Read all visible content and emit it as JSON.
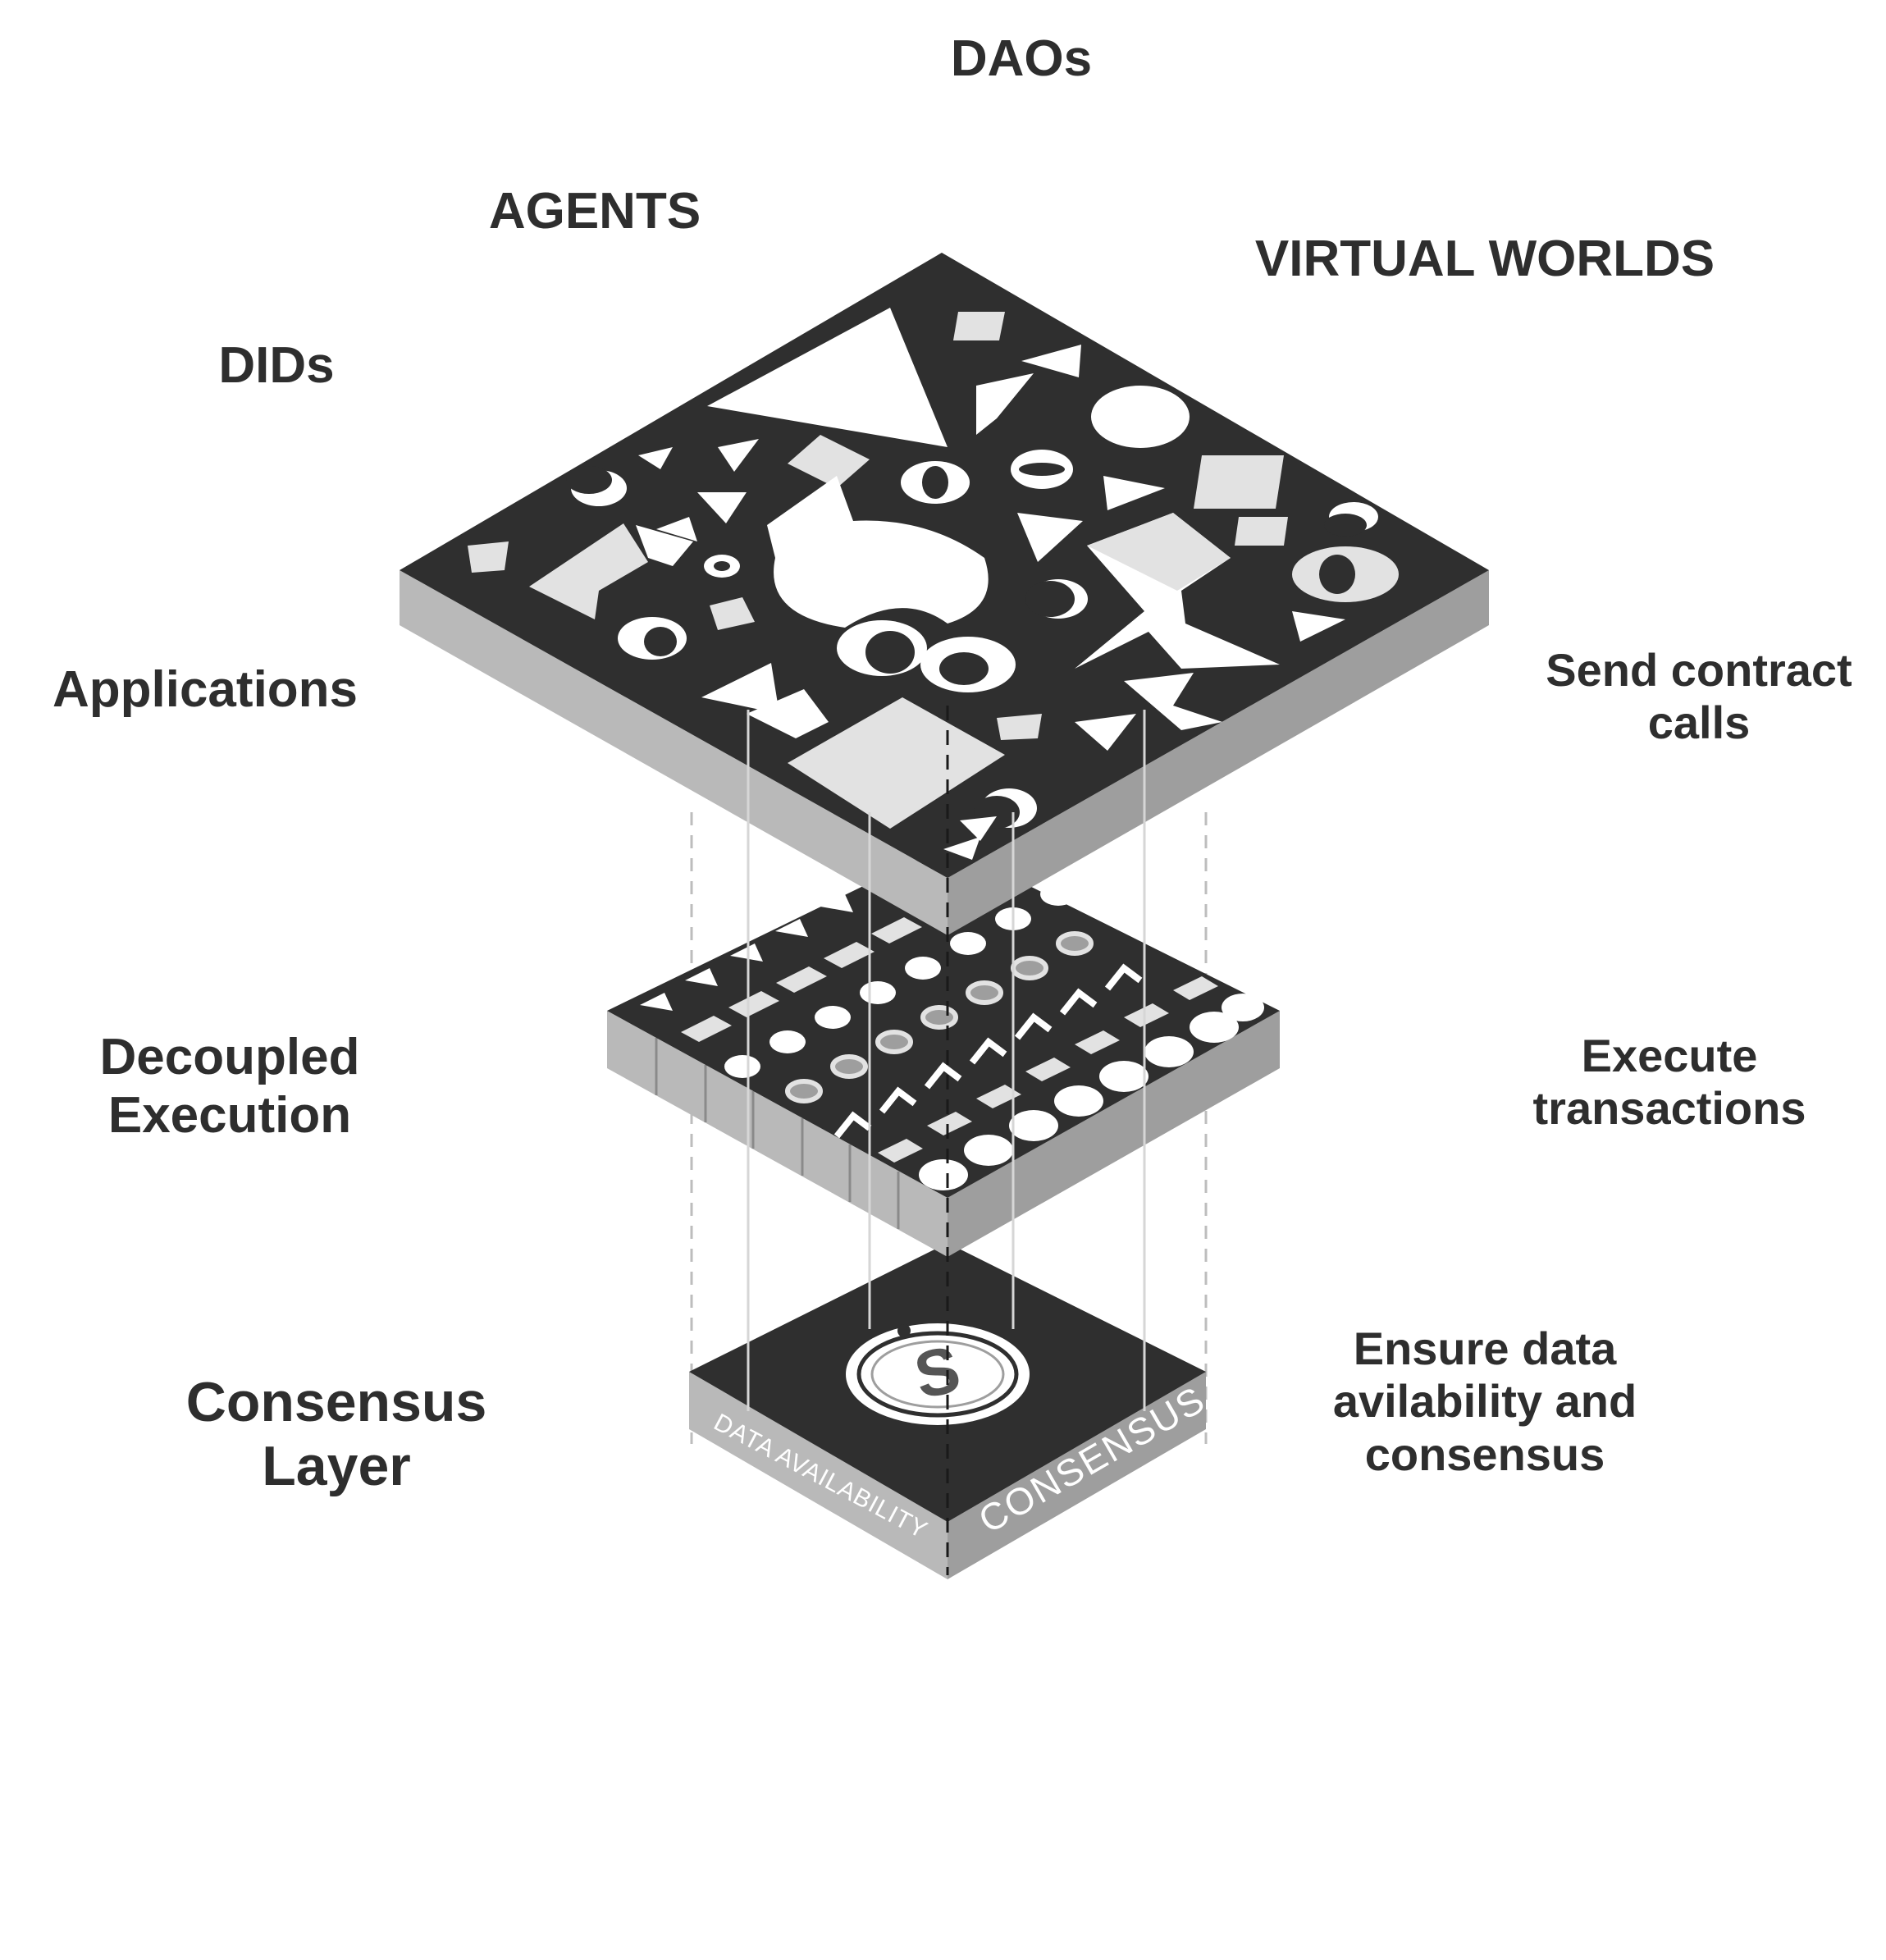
{
  "top_labels": {
    "daos": "DAOs",
    "agents": "AGENTS",
    "virtual_worlds": "VIRTUAL WORLDS",
    "dids": "DIDs"
  },
  "layers": {
    "applications": {
      "name": "Applications",
      "description": [
        "Send contract",
        "calls"
      ]
    },
    "execution": {
      "name": [
        "Decoupled",
        "Execution"
      ],
      "description": [
        "Execute",
        "transactions"
      ]
    },
    "consensus": {
      "name": [
        "Consensus",
        "Layer"
      ],
      "description": [
        "Ensure data",
        "avilability and",
        "consensus"
      ],
      "side_left_text": "DATA AVAILABILITY",
      "side_right_text": "CONSENSUS",
      "logo_letter": "S"
    }
  },
  "colors": {
    "dark": "#2f2f2f",
    "light_face": "#e2e2e2",
    "side_left": "#b9b9b9",
    "side_right": "#9e9e9e",
    "text": "#2e2e2e"
  }
}
